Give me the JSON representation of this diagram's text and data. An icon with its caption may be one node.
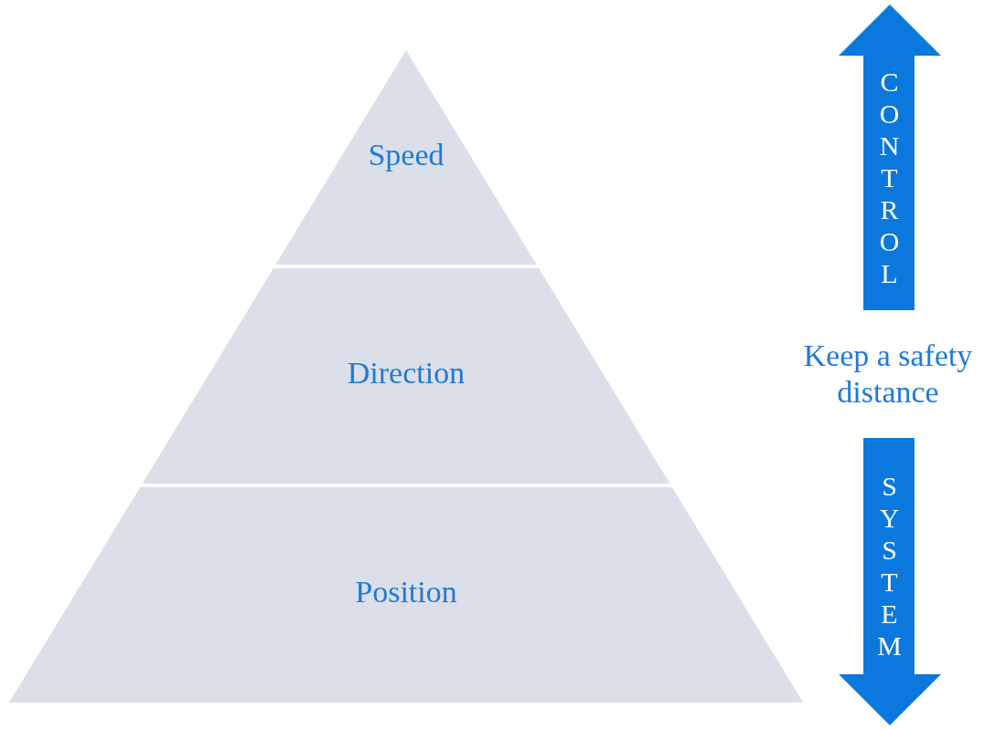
{
  "diagram": {
    "nodes": [
      {
        "text": [
          "Speed"
        ]
      },
      {
        "text": [
          "Direction"
        ]
      },
      {
        "text": [
          "Position"
        ]
      },
      {
        "text": [
          "CONTROL"
        ]
      },
      {
        "text": [
          "SYSTEM"
        ]
      }
    ],
    "labels": [
      "Keep a safety distance"
    ]
  }
}
